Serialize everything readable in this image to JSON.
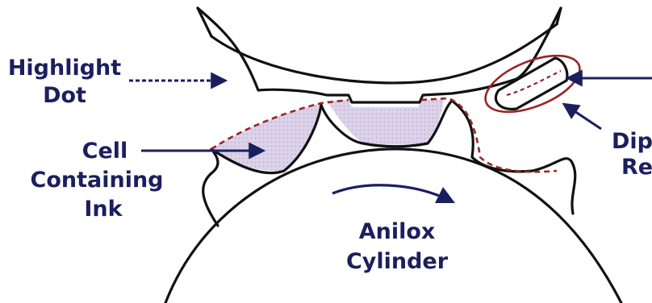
{
  "labels": {
    "highlight_dot": [
      "Highlight",
      "Dot"
    ],
    "cell": [
      "Cell",
      "Containing",
      "Ink"
    ],
    "cylinder": [
      "Anilox",
      "Cylinder"
    ],
    "doctor": [
      "Dip",
      "Re"
    ]
  },
  "colors": {
    "text": "#1b1f5e",
    "ink_fill": "#dcd3ea",
    "ink_dots": "#b9a8d1",
    "red_dash": "#9b2424",
    "arrow": "#1b1f5e",
    "outline": "#111111"
  }
}
